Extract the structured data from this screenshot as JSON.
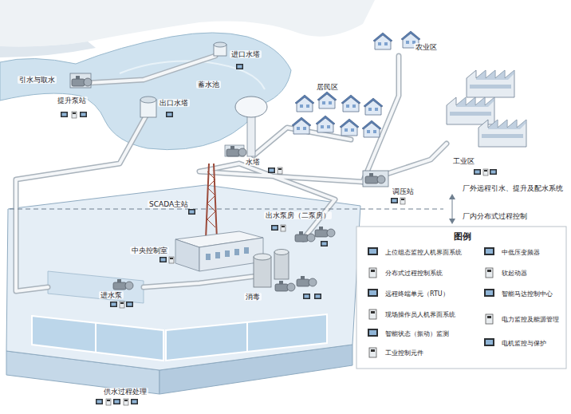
{
  "diagram": {
    "labels": [
      "引水与取水",
      "提升泵站",
      "进口水塔",
      "蓄水池",
      "出口水塔",
      "农业区",
      "居民区",
      "水塔",
      "调压站",
      "工业区",
      "厂外远程引水、提升及配水系统",
      "厂内分布式过程控制",
      "SCADA主站",
      "出水泵房（二泵房）",
      "中央控制室",
      "进水泵",
      "消毒",
      "供水过程处理",
      "图例"
    ],
    "legend": [
      {
        "text": "上位组态监控人机界面系统"
      },
      {
        "text": "分布式过程控制系统"
      },
      {
        "text": "远程终端单元（RTU）"
      },
      {
        "text": "现场操作员人机界面系统"
      },
      {
        "text": "智能状态（振动）监测"
      },
      {
        "text": "工业控制元件"
      },
      {
        "text": "中低压变频器"
      },
      {
        "text": "软起动器"
      },
      {
        "text": "智能马达控制中心"
      },
      {
        "text": "电力监控及能源管理"
      },
      {
        "text": "电机监控与保护"
      }
    ]
  }
}
